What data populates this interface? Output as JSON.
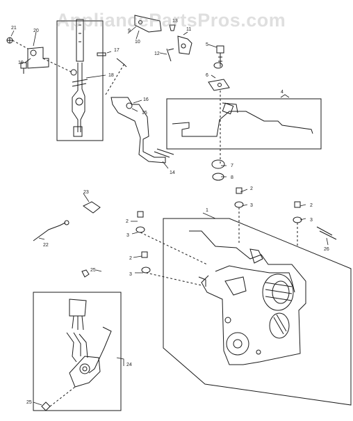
{
  "watermark": "AppliancePartsPros.com",
  "callouts": {
    "c1": "1",
    "c2a": "2",
    "c2b": "2",
    "c2c": "2",
    "c2d": "2",
    "c3a": "3",
    "c3b": "3",
    "c3c": "3",
    "c3d": "3",
    "c4": "4",
    "c5": "5",
    "c6": "6",
    "c7": "7",
    "c8": "8",
    "c9": "9",
    "c10": "10",
    "c11": "11",
    "c12": "12",
    "c13": "13",
    "c14": "14",
    "c15": "15",
    "c16": "16",
    "c17": "17",
    "c18": "18",
    "c19": "19",
    "c20": "20",
    "c21": "21",
    "c22": "22",
    "c23": "23",
    "c24": "24",
    "c25a": "25",
    "c25b": "25",
    "c26": "26"
  },
  "colors": {
    "ink": "#1a1a1a",
    "paper": "#ffffff",
    "watermark": "#8c8c8c"
  }
}
